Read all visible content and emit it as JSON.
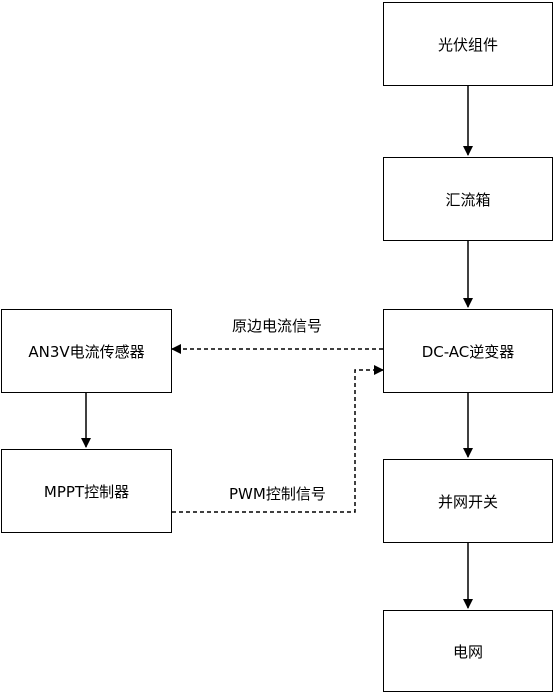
{
  "nodes": {
    "pv_module": "光伏组件",
    "combiner_box": "汇流箱",
    "inverter": "DC-AC逆变器",
    "grid_switch": "并网开关",
    "grid": "电网",
    "current_sensor": "AN3V电流传感器",
    "mppt_controller": "MPPT控制器"
  },
  "edges": {
    "primary_current_signal": "原边电流信号",
    "pwm_control_signal": "PWM控制信号"
  }
}
